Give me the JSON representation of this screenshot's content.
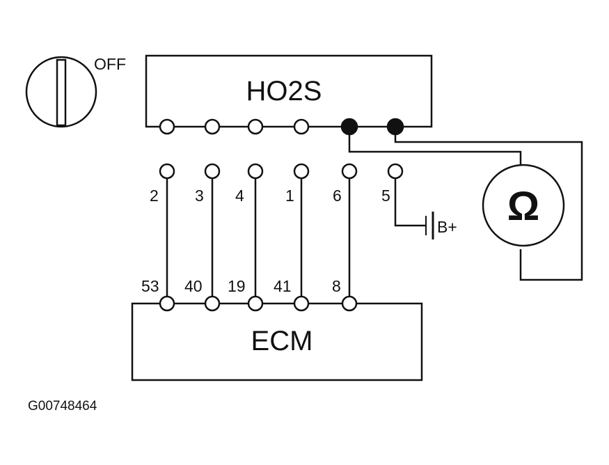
{
  "switch": {
    "label": "OFF"
  },
  "sensor": {
    "label": "HO2S"
  },
  "ecm": {
    "label": "ECM"
  },
  "meter": {
    "symbol": "Ω"
  },
  "battery": {
    "label": "B+"
  },
  "harness_pins": [
    "2",
    "3",
    "4",
    "1",
    "6",
    "5"
  ],
  "ecm_pins": [
    "53",
    "40",
    "19",
    "41",
    "8"
  ],
  "caption": "G00748464"
}
